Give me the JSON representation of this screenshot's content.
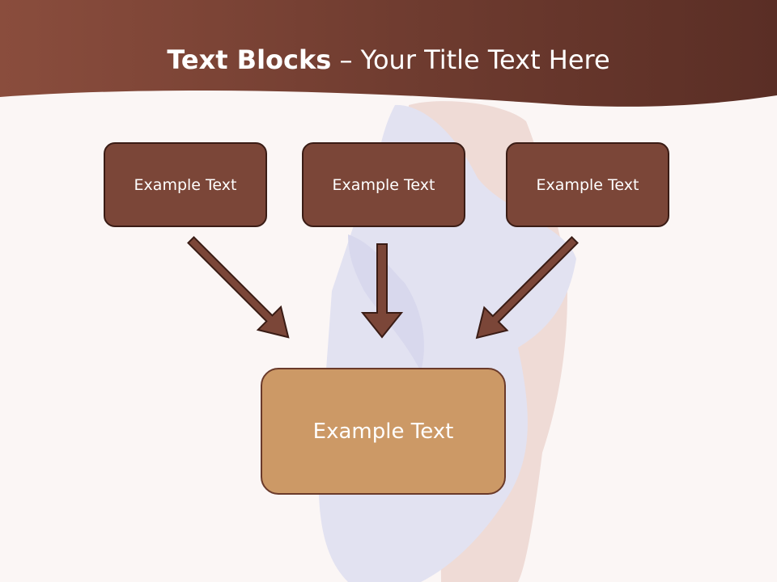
{
  "slide": {
    "title_bold": "Text Blocks",
    "title_dash": "–",
    "title_rest": "Your Title Text Here"
  },
  "boxes": [
    {
      "label": "Example Text"
    },
    {
      "label": "Example Text"
    },
    {
      "label": "Example Text"
    }
  ],
  "main_box": {
    "label": "Example Text"
  },
  "colors": {
    "header_band": "#7a4134",
    "small_box_fill": "#7b4638",
    "main_box_fill": "#cc9966",
    "arrow_fill": "#7b4638",
    "background": "#fbf6f5"
  }
}
